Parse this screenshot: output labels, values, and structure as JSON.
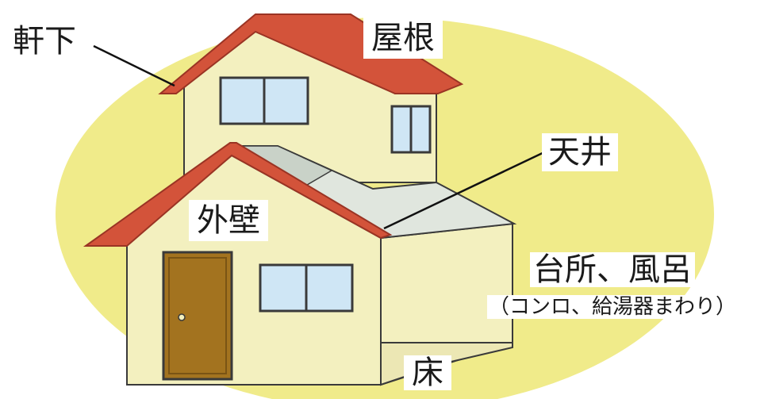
{
  "labels": {
    "nokishita": "軒下",
    "yane": "屋根",
    "tenjo": "天井",
    "gaiheki": "外壁",
    "daidokoro": "台所、風呂",
    "daidokoro_sub": "（コンロ、給湯器まわり）",
    "yuka": "床"
  },
  "colors": {
    "background_ellipse": "#f0eb8a",
    "wall": "#f3f0bf",
    "roof": "#d3533a",
    "roof_edge": "#9a3424",
    "porch_roof": "#e0e6de",
    "window_glass": "#cfe6f5",
    "door": "#a3731f",
    "outline": "#3a3a3a"
  }
}
